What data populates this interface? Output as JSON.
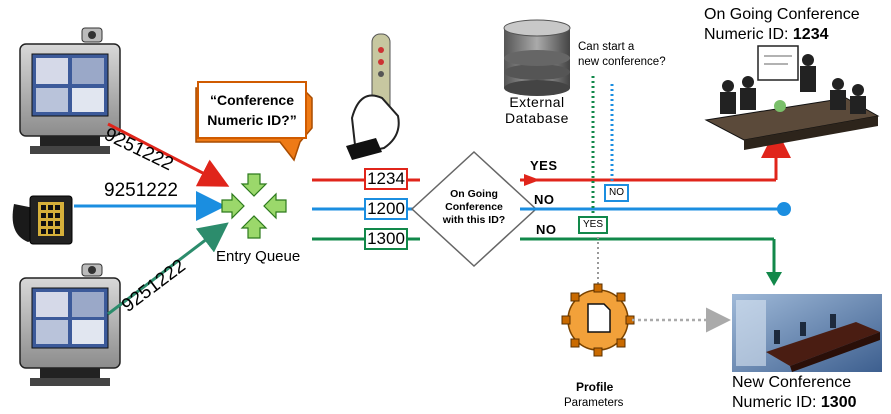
{
  "callers": {
    "top": {
      "number": "9251222"
    },
    "middle": {
      "number": "9251222"
    },
    "bottom": {
      "number": "9251222"
    }
  },
  "bubble": {
    "text_line1": "“Conference",
    "text_line2": "Numeric ID?”"
  },
  "entry_queue": {
    "label": "Entry Queue"
  },
  "ids": {
    "red": "1234",
    "blue": "1200",
    "green": "1300"
  },
  "decision": {
    "line1": "On Going",
    "line2": "Conference",
    "line3": "with this ID?"
  },
  "responses": {
    "yes": "YES",
    "no_blue": "NO",
    "no_green": "NO"
  },
  "database": {
    "line1": "External",
    "line2": "Database"
  },
  "database_question": {
    "line1": "Can start a",
    "line2": "new conference?"
  },
  "db_answers": {
    "no": "NO",
    "yes": "YES"
  },
  "ongoing": {
    "title": "On Going Conference",
    "id_label": "Numeric ID: ",
    "id_value": "1234"
  },
  "new_conf": {
    "title": "New Conference",
    "id_label": "Numeric ID: ",
    "id_value": "1300"
  },
  "profile": {
    "title": "Profile",
    "subtitle": "Parameters"
  },
  "colors": {
    "red": "#e0251b",
    "blue": "#1b8ee0",
    "green": "#12884a",
    "teal": "#2c8c6c"
  }
}
